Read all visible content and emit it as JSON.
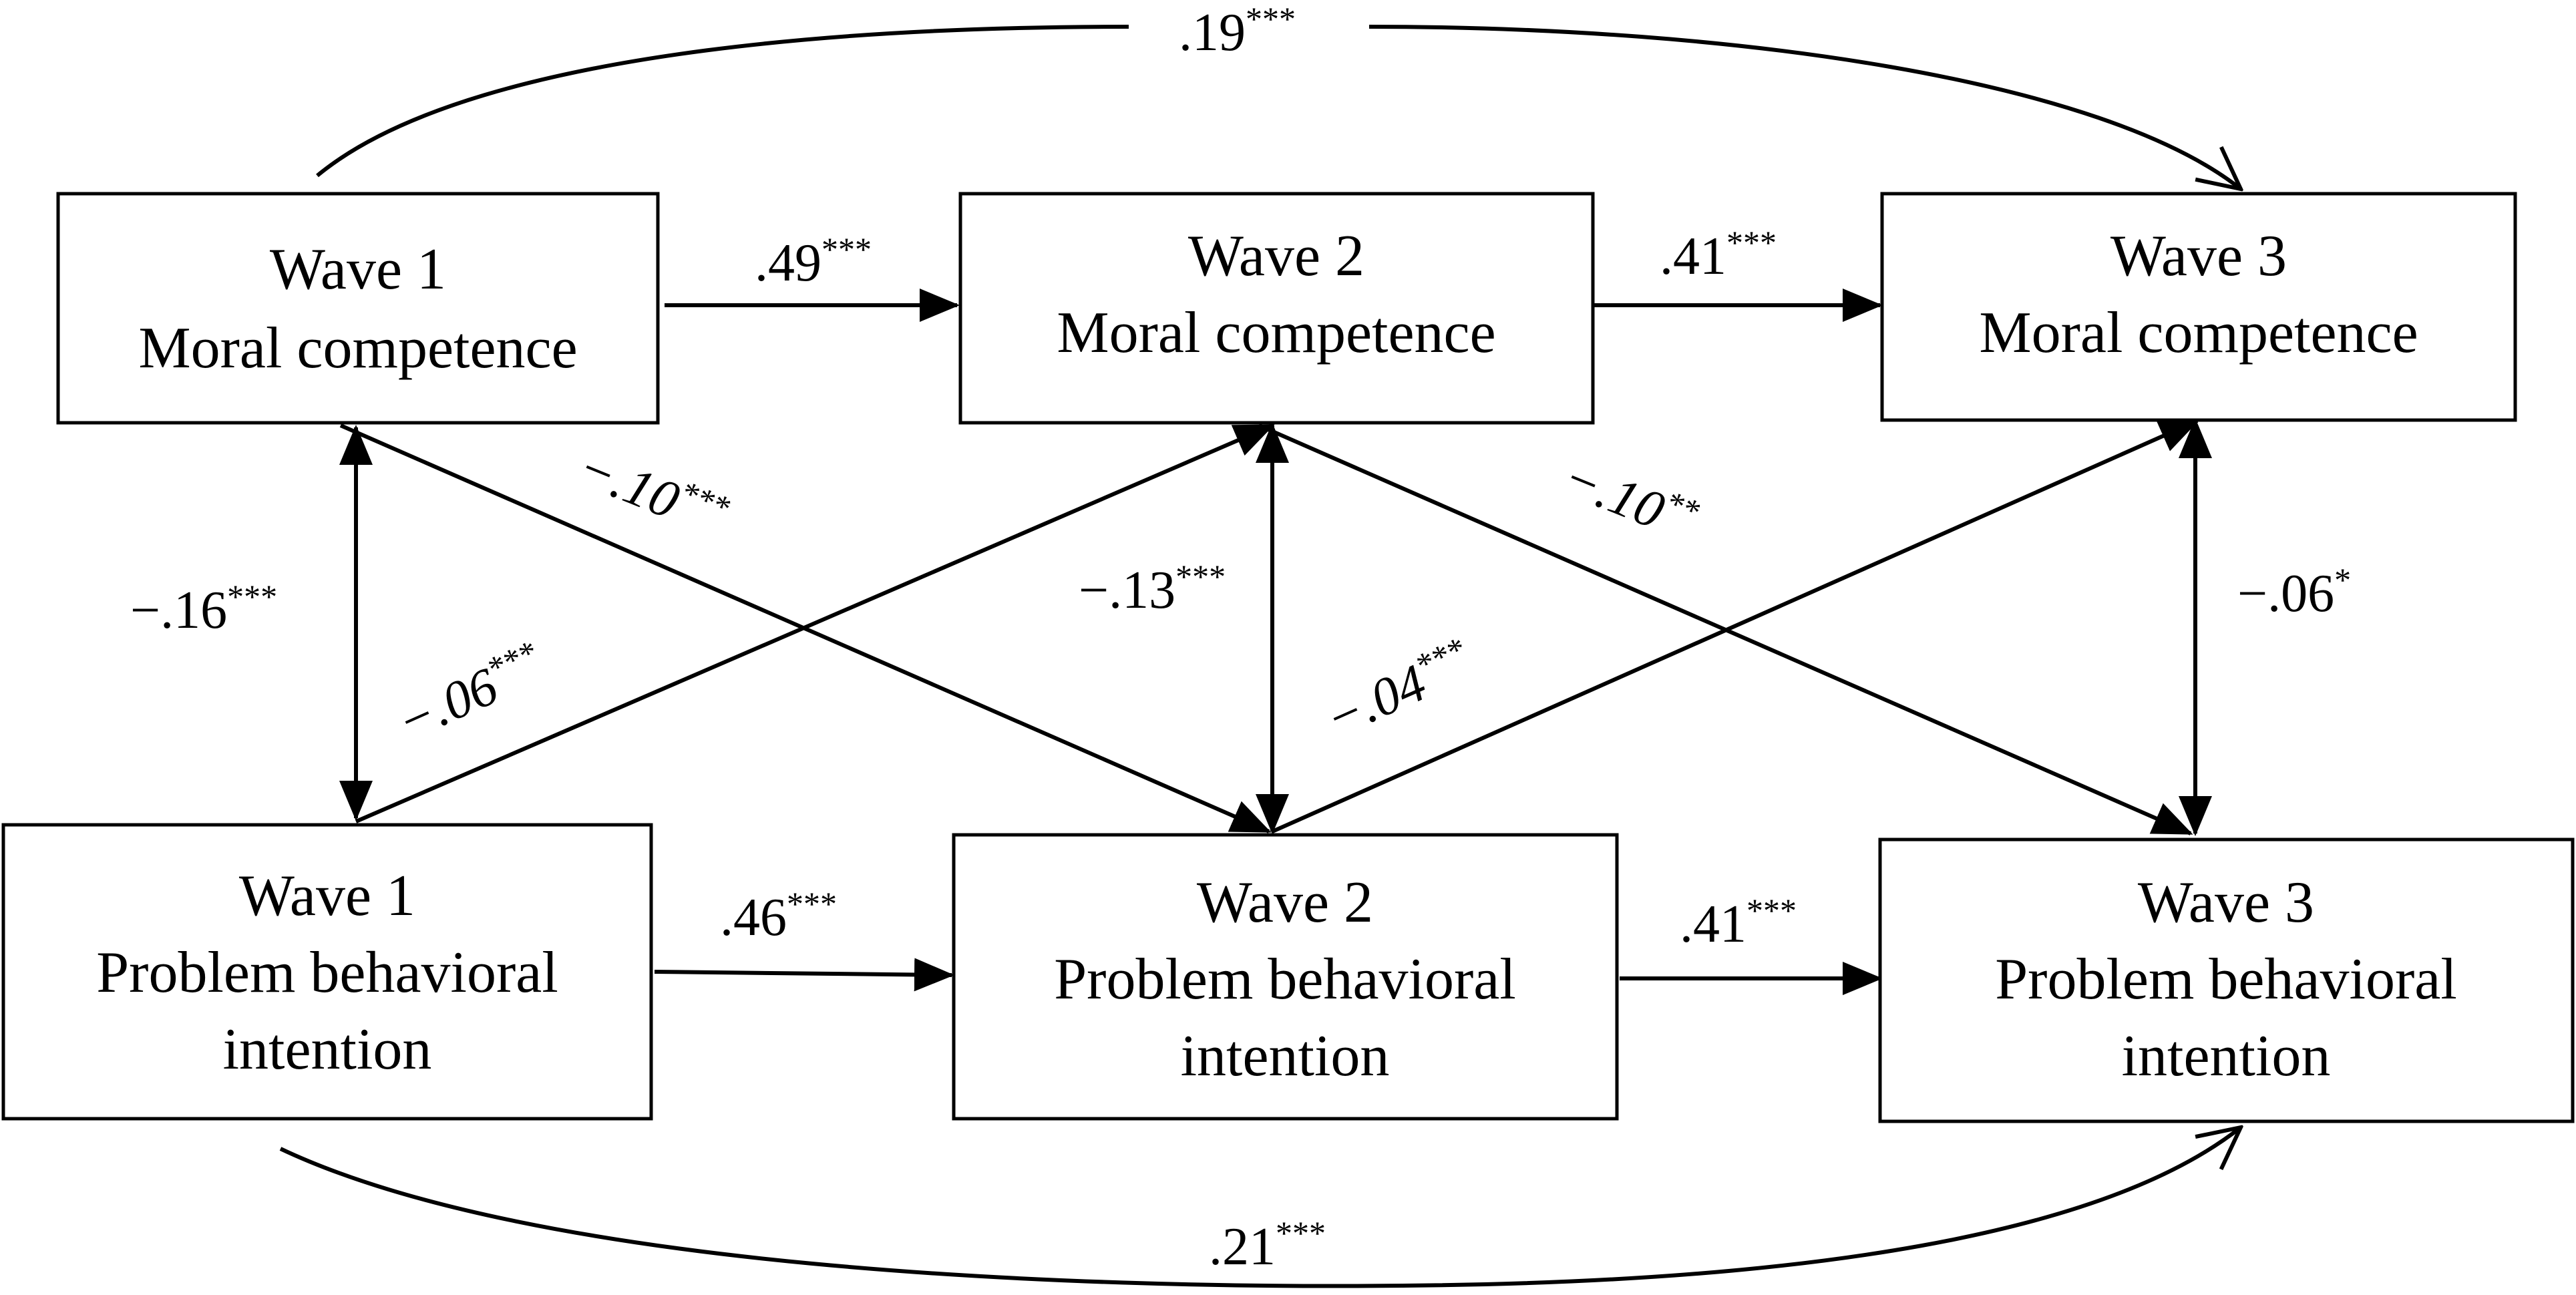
{
  "boxes": {
    "mc1": {
      "line1": "Wave 1",
      "line2": "Moral competence"
    },
    "mc2": {
      "line1": "Wave 2",
      "line2": "Moral competence"
    },
    "mc3": {
      "line1": "Wave 3",
      "line2": "Moral competence"
    },
    "pb1": {
      "line1": "Wave 1",
      "line2": "Problem behavioral",
      "line3": "intention"
    },
    "pb2": {
      "line1": "Wave 2",
      "line2": "Problem behavioral",
      "line3": "intention"
    },
    "pb3": {
      "line1": "Wave 3",
      "line2": "Problem behavioral",
      "line3": "intention"
    }
  },
  "paths": {
    "mc1_mc2": {
      "value": ".49",
      "sig": "***"
    },
    "mc2_mc3": {
      "value": ".41",
      "sig": "***"
    },
    "pb1_pb2": {
      "value": ".46",
      "sig": "***"
    },
    "pb2_pb3": {
      "value": ".41",
      "sig": "***"
    },
    "mc1_mc3": {
      "value": ".19",
      "sig": "***"
    },
    "pb1_pb3": {
      "value": ".21",
      "sig": "***"
    },
    "mc1_pb1": {
      "value": "−.16",
      "sig": "***"
    },
    "mc2_pb2": {
      "value": "−.13",
      "sig": "***"
    },
    "mc3_pb3": {
      "value": "−.06",
      "sig": "*"
    },
    "mc1_pb2": {
      "value": "−.10",
      "sig": "***"
    },
    "mc2_pb3": {
      "value": "−.10",
      "sig": "**"
    },
    "pb1_mc2": {
      "value": "−.06",
      "sig": "***"
    },
    "pb2_mc3": {
      "value": "−.04",
      "sig": "***"
    }
  }
}
